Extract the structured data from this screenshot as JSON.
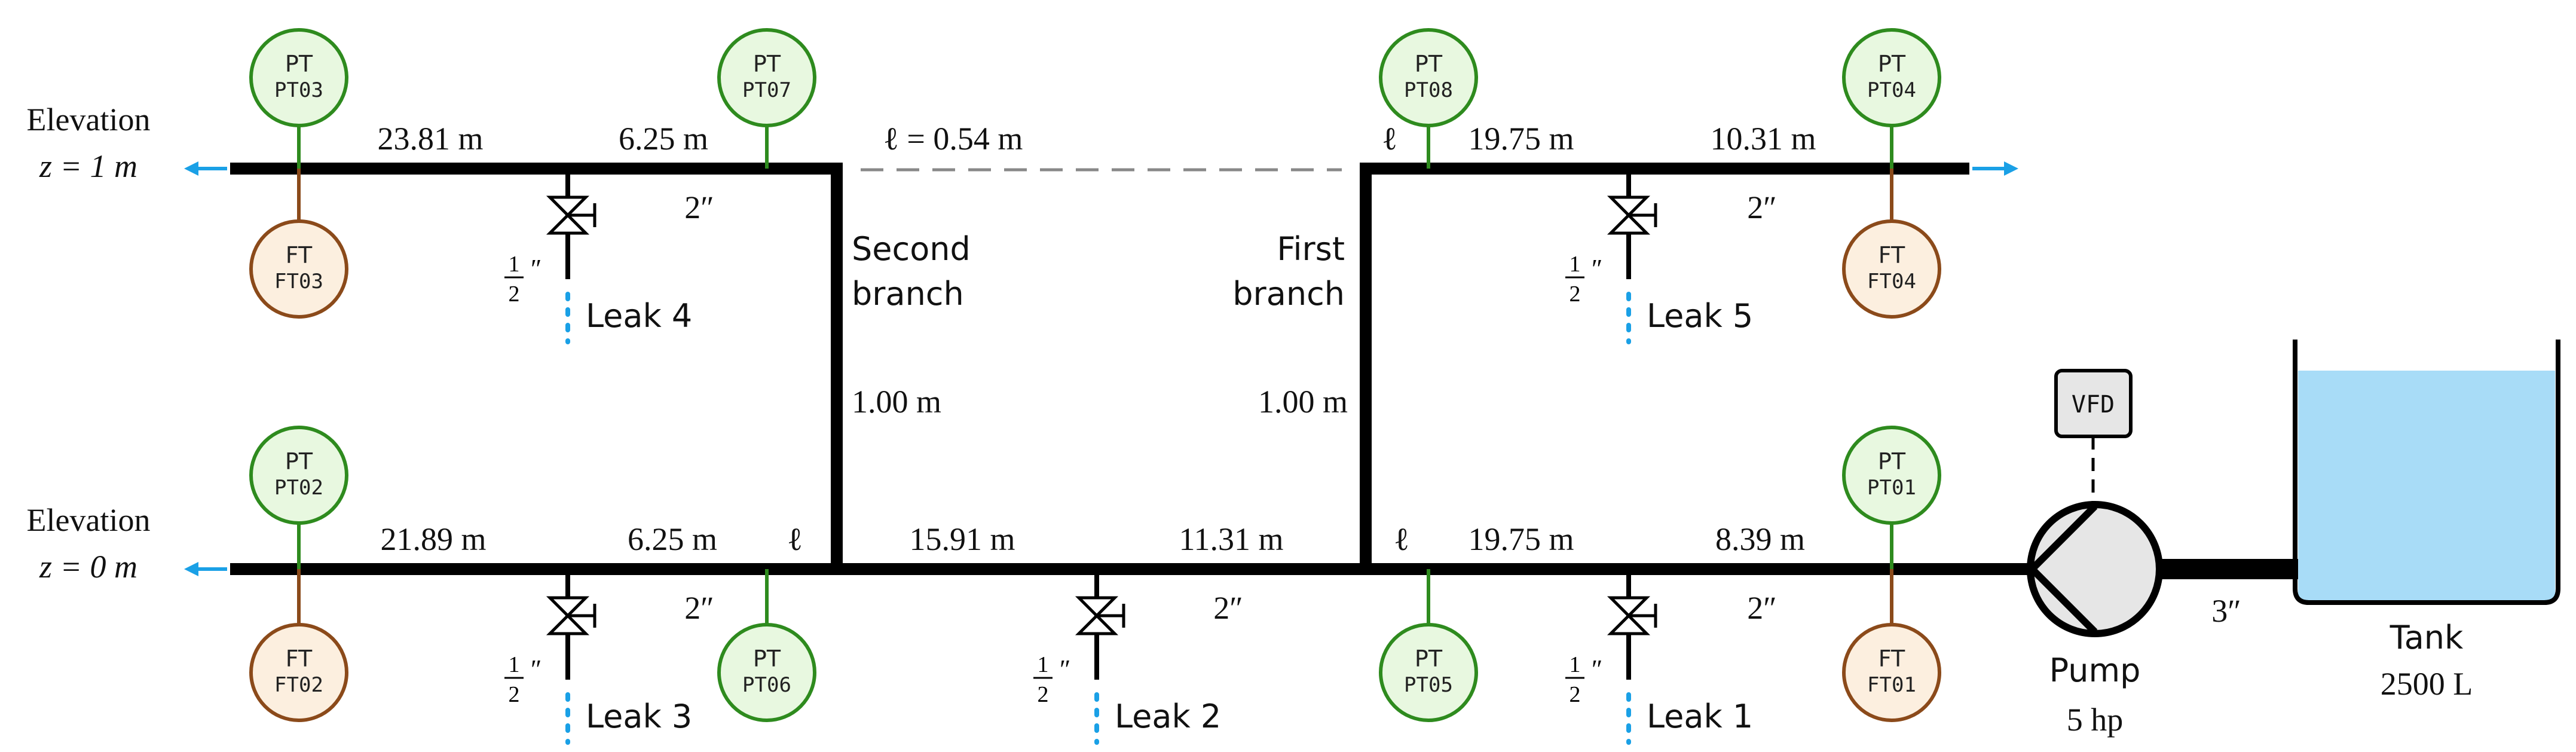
{
  "colors": {
    "pipe": "#000000",
    "pt_stroke": "#2e8b1e",
    "pt_fill": "#e8f8e0",
    "ft_stroke": "#8b4a1a",
    "ft_fill": "#fcefdf",
    "leak": "#1aa0e6",
    "flow_arrow": "#1aa0e6",
    "tank_water": "#a8dcf7",
    "pump_fill": "#e6e6e6",
    "vfd_fill": "#e6e6e6",
    "dash": "#888888"
  },
  "elevations": {
    "upper_title": "Elevation",
    "upper_value": "z = 1 m",
    "lower_title": "Elevation",
    "lower_value": "z = 0 m"
  },
  "segments": {
    "upper_left_1": "23.81 m",
    "upper_left_2": "6.25 m",
    "upper_second_ell": "ℓ = 0.54 m",
    "upper_first_ell": "ℓ",
    "upper_right_1": "19.75 m",
    "upper_right_2": "10.31 m",
    "lower_left_1": "21.89 m",
    "lower_left_2": "6.25 m",
    "lower_second_ell": "ℓ",
    "lower_mid_1": "15.91 m",
    "lower_mid_2": "11.31 m",
    "lower_first_ell": "ℓ",
    "lower_right_1": "19.75 m",
    "lower_right_2": "8.39 m",
    "second_vertical": "1.00 m",
    "first_vertical": "1.00 m"
  },
  "branches": {
    "second_line1": "Second",
    "second_line2": "branch",
    "first_line1": "First",
    "first_line2": "branch"
  },
  "pipe_sizes": {
    "upper_left": "2″",
    "upper_right": "2″",
    "lower_left": "2″",
    "lower_mid": "2″",
    "lower_right": "2″",
    "tank_pipe": "3″"
  },
  "leaks": [
    {
      "label": "Leak 4",
      "size_num": "1",
      "size_den": "2",
      "size_unit": "″"
    },
    {
      "label": "Leak 5",
      "size_num": "1",
      "size_den": "2",
      "size_unit": "″"
    },
    {
      "label": "Leak 3",
      "size_num": "1",
      "size_den": "2",
      "size_unit": "″"
    },
    {
      "label": "Leak 2",
      "size_num": "1",
      "size_den": "2",
      "size_unit": "″"
    },
    {
      "label": "Leak 1",
      "size_num": "1",
      "size_den": "2",
      "size_unit": "″"
    }
  ],
  "instruments": [
    {
      "type": "PT",
      "tag": "PT03"
    },
    {
      "type": "PT",
      "tag": "PT07"
    },
    {
      "type": "PT",
      "tag": "PT08"
    },
    {
      "type": "PT",
      "tag": "PT04"
    },
    {
      "type": "FT",
      "tag": "FT03"
    },
    {
      "type": "FT",
      "tag": "FT04"
    },
    {
      "type": "PT",
      "tag": "PT02"
    },
    {
      "type": "PT",
      "tag": "PT01"
    },
    {
      "type": "FT",
      "tag": "FT02"
    },
    {
      "type": "PT",
      "tag": "PT06"
    },
    {
      "type": "PT",
      "tag": "PT05"
    },
    {
      "type": "FT",
      "tag": "FT01"
    }
  ],
  "pump": {
    "label": "Pump",
    "power": "5 hp"
  },
  "vfd": {
    "label": "VFD"
  },
  "tank": {
    "label": "Tank",
    "capacity": "2500 L"
  }
}
